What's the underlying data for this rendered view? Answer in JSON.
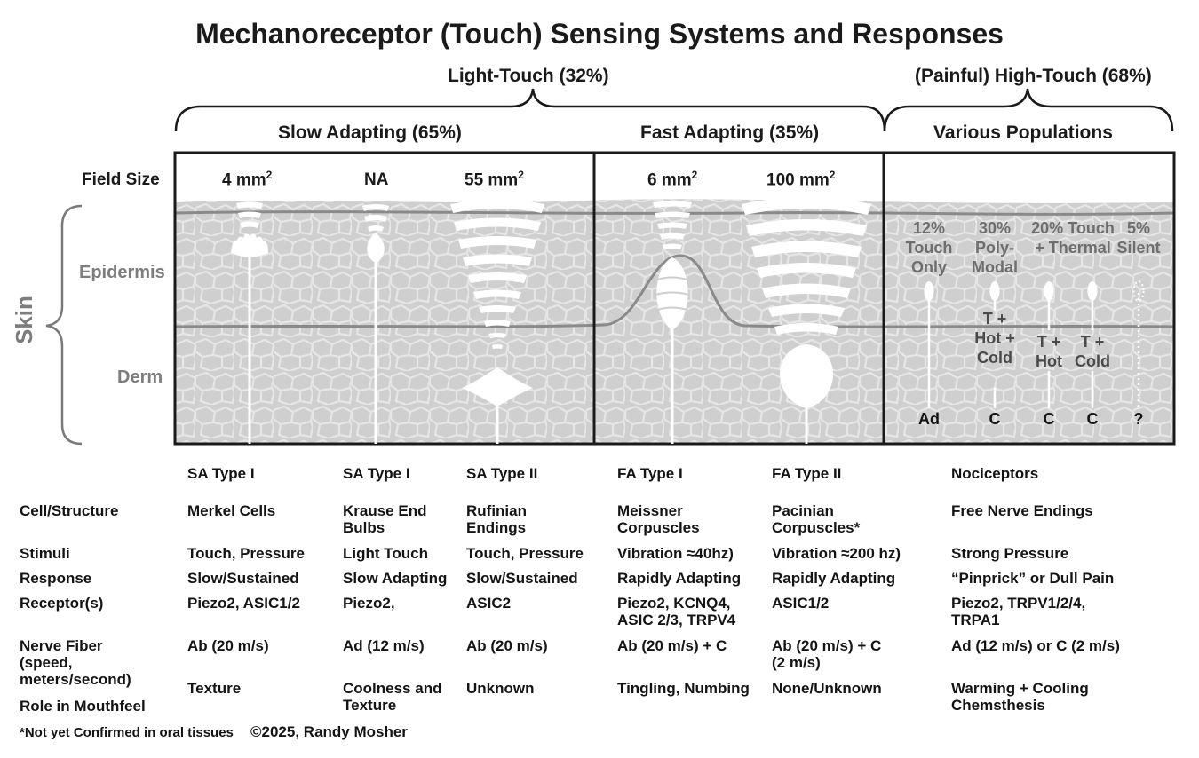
{
  "title": "Mechanoreceptor (Touch) Sensing Systems and Responses",
  "groups": {
    "light_touch": "Light-Touch (32%)",
    "high_touch": "(Painful) High-Touch (68%)",
    "slow_adapting": "Slow Adapting (65%)",
    "fast_adapting": "Fast Adapting (35%)",
    "various": "Various Populations"
  },
  "field_size_label": "Field Size",
  "field_sizes": [
    "4 mm",
    "NA",
    "55 mm",
    "6 mm",
    "100 mm"
  ],
  "field_size_exp": "2",
  "skin_labels": {
    "skin": "Skin",
    "epidermis": "Epidermis",
    "derm": "Derm"
  },
  "nociceptor_populations": [
    {
      "label": "12% Touch Only",
      "stimuli": "",
      "fiber": "Ad"
    },
    {
      "label": "30% Poly-Modal",
      "stimuli": "T + Hot + Cold",
      "fiber": "C"
    },
    {
      "label": "20% Touch + Thermal",
      "stimuli": "T + Hot",
      "fiber": "C"
    },
    {
      "label": "",
      "stimuli": "T + Cold",
      "fiber": "C"
    },
    {
      "label": "5% Silent",
      "stimuli": "",
      "fiber": "?"
    }
  ],
  "table": {
    "column_headers": [
      "SA Type I",
      "SA Type I",
      "SA Type II",
      "FA Type I",
      "FA Type II",
      "Nociceptors"
    ],
    "rows": [
      {
        "label": "Cell/Structure",
        "cells": [
          "Merkel Cells",
          "Krause End Bulbs",
          "Rufinian Endings",
          "Meissner Corpuscles",
          "Pacinian Corpuscles*",
          "Free Nerve Endings"
        ]
      },
      {
        "label": "Stimuli",
        "cells": [
          "Touch, Pressure",
          "Light Touch",
          "Touch, Pressure",
          "Vibration ≈40hz)",
          "Vibration ≈200 hz)",
          "Strong Pressure"
        ]
      },
      {
        "label": "Response",
        "cells": [
          "Slow/Sustained",
          "Slow Adapting",
          "Slow/Sustained",
          "Rapidly Adapting",
          "Rapidly Adapting",
          "“Pinprick” or Dull Pain"
        ]
      },
      {
        "label": "Receptor(s)",
        "cells": [
          "Piezo2, ASIC1/2",
          "Piezo2,",
          "ASIC2",
          "Piezo2, KCNQ4, ASIC 2/3, TRPV4",
          "ASIC1/2",
          "Piezo2, TRPV1/2/4, TRPA1"
        ]
      },
      {
        "label": "Nerve Fiber (speed, meters/second)",
        "cells": [
          "Ab (20 m/s)",
          "Ad (12 m/s)",
          "Ab (20 m/s)",
          "Ab (20 m/s) + C",
          "Ab (20 m/s) + C (2 m/s)",
          "Ad (12 m/s) or C (2 m/s)"
        ]
      },
      {
        "label": "Role in Mouthfeel",
        "cells": [
          "Texture",
          "Coolness and Texture",
          "Unknown",
          "Tingling, Numbing",
          "None/Unknown",
          "Warming + Cooling Chemsthesis"
        ]
      }
    ]
  },
  "footnote": "*Not yet Confirmed in oral tissues",
  "copyright": "©2025, Randy Mosher",
  "colors": {
    "skin": "#cfcfcf",
    "cell_line": "#e8e8e8",
    "layer_line": "#8a8a8a",
    "receptor": "#ffffff",
    "border": "#1a1a1a"
  }
}
